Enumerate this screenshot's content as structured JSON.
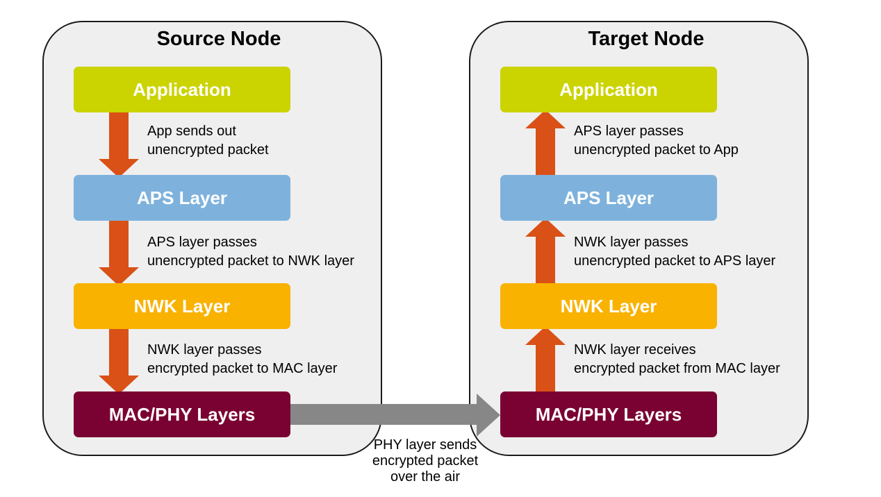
{
  "source_node": {
    "title": "Source Node",
    "layers": {
      "application": "Application",
      "aps": "APS Layer",
      "nwk": "NWK Layer",
      "mac": "MAC/PHY Layers"
    },
    "captions": {
      "app_to_aps": [
        "App sends out",
        "unencrypted packet"
      ],
      "aps_to_nwk": [
        "APS layer passes",
        "unencrypted packet to NWK layer"
      ],
      "nwk_to_mac": [
        "NWK layer passes",
        "encrypted packet to MAC layer"
      ]
    }
  },
  "target_node": {
    "title": "Target Node",
    "layers": {
      "application": "Application",
      "aps": "APS Layer",
      "nwk": "NWK Layer",
      "mac": "MAC/PHY Layers"
    },
    "captions": {
      "aps_to_app": [
        "APS layer passes",
        "unencrypted packet to App"
      ],
      "nwk_to_aps": [
        "NWK layer passes",
        "unencrypted packet to APS layer"
      ],
      "mac_to_nwk": [
        "NWK layer receives",
        "encrypted packet from MAC layer"
      ]
    }
  },
  "air_transfer": {
    "caption": [
      "PHY layer sends",
      "encrypted packet",
      "over the air"
    ]
  },
  "colors": {
    "application": "#cbd300",
    "aps": "#7eb2dc",
    "nwk": "#f9b200",
    "mac": "#7a0232",
    "flow_arrow": "#d95116",
    "air_arrow": "#878787",
    "node_fill": "#efefef"
  }
}
